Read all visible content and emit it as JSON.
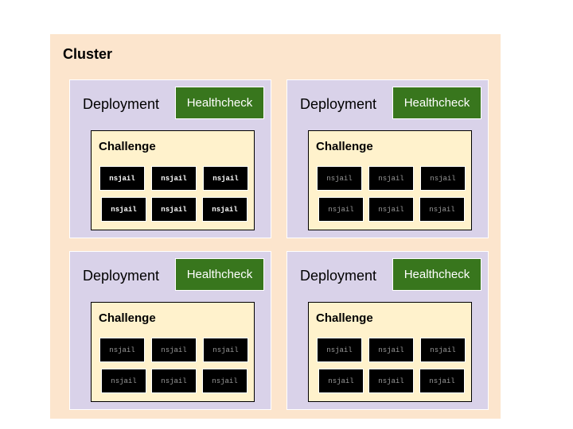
{
  "cluster": {
    "title": "Cluster"
  },
  "deployments": [
    {
      "label": "Deployment",
      "healthcheck": "Healthcheck",
      "challenge": {
        "label": "Challenge",
        "jails": [
          "nsjail",
          "nsjail",
          "nsjail",
          "nsjail",
          "nsjail",
          "nsjail"
        ],
        "highlighted": true
      }
    },
    {
      "label": "Deployment",
      "healthcheck": "Healthcheck",
      "challenge": {
        "label": "Challenge",
        "jails": [
          "nsjail",
          "nsjail",
          "nsjail",
          "nsjail",
          "nsjail",
          "nsjail"
        ],
        "highlighted": false
      }
    },
    {
      "label": "Deployment",
      "healthcheck": "Healthcheck",
      "challenge": {
        "label": "Challenge",
        "jails": [
          "nsjail",
          "nsjail",
          "nsjail",
          "nsjail",
          "nsjail",
          "nsjail"
        ],
        "highlighted": false
      }
    },
    {
      "label": "Deployment",
      "healthcheck": "Healthcheck",
      "challenge": {
        "label": "Challenge",
        "jails": [
          "nsjail",
          "nsjail",
          "nsjail",
          "nsjail",
          "nsjail",
          "nsjail"
        ],
        "highlighted": false
      }
    }
  ],
  "colors": {
    "cluster_bg": "#fce5cd",
    "deployment_bg": "#d9d2e9",
    "healthcheck_bg": "#38761d",
    "challenge_bg": "#fff2cc",
    "nsjail_bg": "#000000"
  }
}
